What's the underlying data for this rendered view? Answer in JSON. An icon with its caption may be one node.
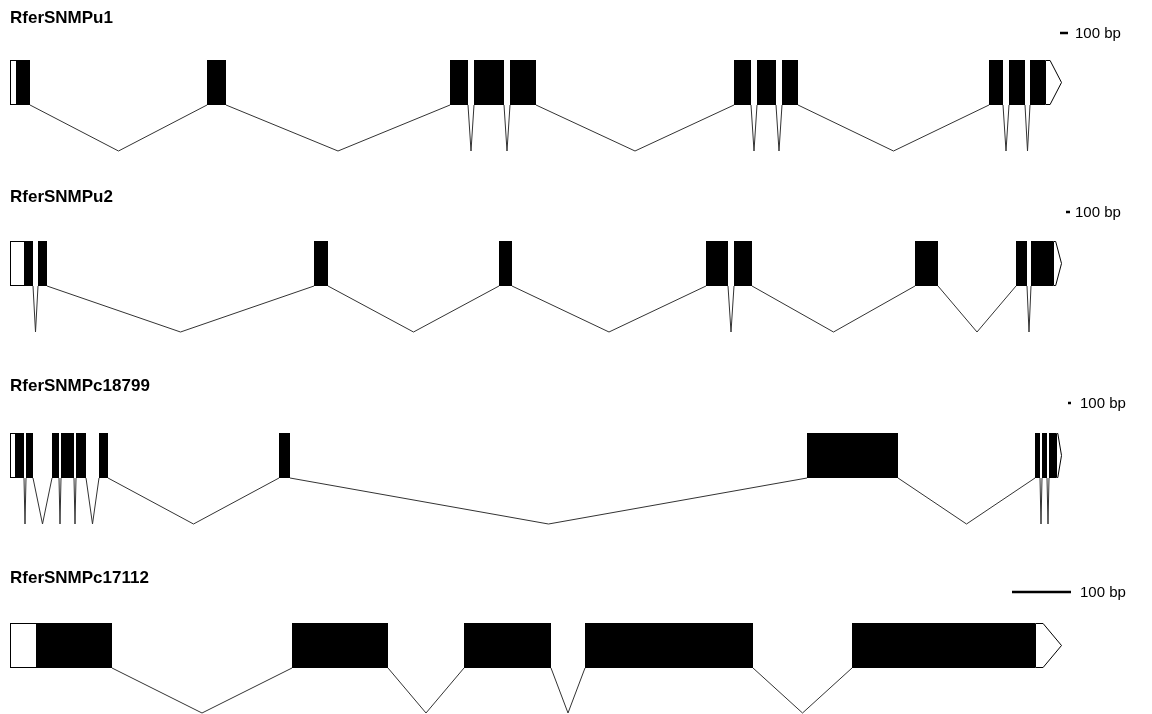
{
  "diagram": {
    "nodes": [
      {
        "text": [],
        "shape": "bar"
      },
      {
        "text": [],
        "shape": "box"
      },
      {
        "text": [],
        "shape": "box"
      },
      {
        "text": [],
        "shape": "box"
      },
      {
        "text": [],
        "shape": "box"
      },
      {
        "text": [],
        "shape": "box"
      },
      {
        "text": [],
        "shape": "box"
      },
      {
        "text": [],
        "shape": "box"
      },
      {
        "text": [],
        "shape": "box"
      },
      {
        "text": [],
        "shape": "box"
      },
      {
        "text": [],
        "shape": "box"
      },
      {
        "text": [],
        "shape": "box"
      },
      {
        "text": [],
        "shape": "pentagon"
      },
      {
        "text": [],
        "shape": "bar"
      },
      {
        "text": [],
        "shape": "box"
      },
      {
        "text": [],
        "shape": "box"
      },
      {
        "text": [],
        "shape": "box"
      },
      {
        "text": [],
        "shape": "box"
      },
      {
        "text": [],
        "shape": "box"
      },
      {
        "text": [],
        "shape": "box"
      },
      {
        "text": [],
        "shape": "box"
      },
      {
        "text": [],
        "shape": "box"
      },
      {
        "text": [],
        "shape": "box"
      },
      {
        "text": [],
        "shape": "pentagon"
      },
      {
        "text": [],
        "shape": "bar"
      },
      {
        "text": [],
        "shape": "box"
      },
      {
        "text": [],
        "shape": "box"
      },
      {
        "text": [],
        "shape": "box"
      },
      {
        "text": [],
        "shape": "box"
      },
      {
        "text": [],
        "shape": "box"
      },
      {
        "text": [],
        "shape": "box"
      },
      {
        "text": [],
        "shape": "box"
      },
      {
        "text": [],
        "shape": "box"
      },
      {
        "text": [],
        "shape": "box"
      },
      {
        "text": [],
        "shape": "box"
      },
      {
        "text": [],
        "shape": "box"
      },
      {
        "text": [],
        "shape": "pentagon"
      },
      {
        "text": [],
        "shape": "bar"
      },
      {
        "text": [],
        "shape": "box"
      },
      {
        "text": [],
        "shape": "box"
      },
      {
        "text": [],
        "shape": "box"
      },
      {
        "text": [],
        "shape": "box"
      },
      {
        "text": [],
        "shape": "box"
      },
      {
        "text": [],
        "shape": "pentagon"
      }
    ],
    "edges": [
      {
        "from": 1,
        "to": 2,
        "arrow": "none"
      },
      {
        "from": 2,
        "to": 3,
        "arrow": "none"
      },
      {
        "from": 3,
        "to": 4,
        "arrow": "none"
      },
      {
        "from": 4,
        "to": 5,
        "arrow": "none"
      },
      {
        "from": 5,
        "to": 6,
        "arrow": "none"
      },
      {
        "from": 6,
        "to": 7,
        "arrow": "none"
      },
      {
        "from": 7,
        "to": 8,
        "arrow": "none"
      },
      {
        "from": 8,
        "to": 9,
        "arrow": "none"
      },
      {
        "from": 9,
        "to": 10,
        "arrow": "none"
      },
      {
        "from": 10,
        "to": 11,
        "arrow": "none"
      },
      {
        "from": 14,
        "to": 15,
        "arrow": "none"
      },
      {
        "from": 15,
        "to": 16,
        "arrow": "none"
      },
      {
        "from": 16,
        "to": 17,
        "arrow": "none"
      },
      {
        "from": 17,
        "to": 18,
        "arrow": "none"
      },
      {
        "from": 18,
        "to": 19,
        "arrow": "none"
      },
      {
        "from": 19,
        "to": 20,
        "arrow": "none"
      },
      {
        "from": 20,
        "to": 21,
        "arrow": "none"
      },
      {
        "from": 21,
        "to": 22,
        "arrow": "none"
      },
      {
        "from": 25,
        "to": 26,
        "arrow": "none"
      },
      {
        "from": 26,
        "to": 27,
        "arrow": "none"
      },
      {
        "from": 27,
        "to": 28,
        "arrow": "none"
      },
      {
        "from": 28,
        "to": 29,
        "arrow": "none"
      },
      {
        "from": 29,
        "to": 30,
        "arrow": "none"
      },
      {
        "from": 30,
        "to": 31,
        "arrow": "none"
      },
      {
        "from": 31,
        "to": 32,
        "arrow": "none"
      },
      {
        "from": 32,
        "to": 33,
        "arrow": "none"
      },
      {
        "from": 33,
        "to": 34,
        "arrow": "none"
      },
      {
        "from": 34,
        "to": 35,
        "arrow": "none"
      },
      {
        "from": 38,
        "to": 39,
        "arrow": "none"
      },
      {
        "from": 39,
        "to": 40,
        "arrow": "none"
      },
      {
        "from": 40,
        "to": 41,
        "arrow": "none"
      },
      {
        "from": 41,
        "to": 42,
        "arrow": "none"
      }
    ],
    "labels": [
      "RferSNMPu1",
      "100 bp",
      "RferSNMPu2",
      "100 bp",
      "RferSNMPc18799",
      "100 bp",
      "RferSNMPc17112",
      "100 bp"
    ]
  }
}
